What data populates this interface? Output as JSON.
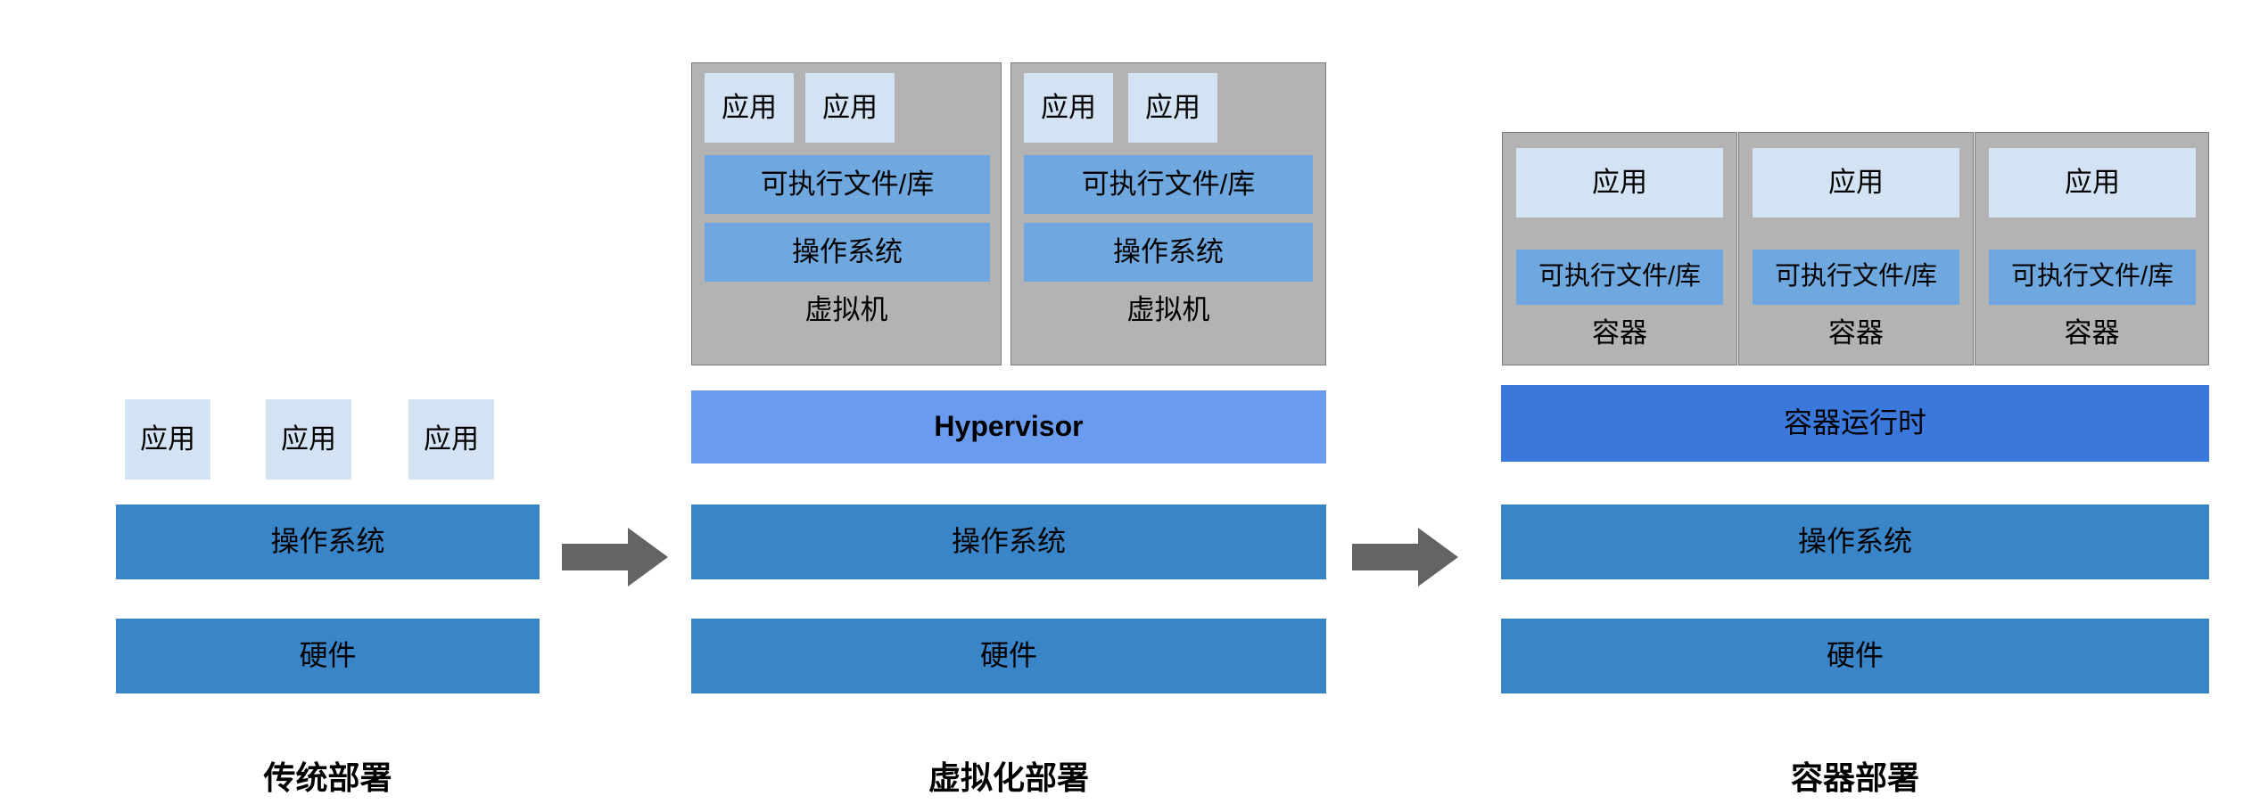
{
  "diagram": {
    "title_semantic": "deployment-evolution-diagram",
    "colors": {
      "app_box": "#D4E3F3",
      "lib_box": "#6FA8DF",
      "guest_os_box": "#6FA8DF",
      "os_bar": "#3A84C8",
      "hardware_bar": "#3A84C8",
      "hypervisor_bar": "#6B9BEE",
      "container_runtime_bar": "#3B78DC",
      "panel_gray": "#B3B3B3",
      "panel_border": "#7A7A7A",
      "arrow_gray": "#646464",
      "background": "#FFFFFF"
    },
    "labels": {
      "app": "应用",
      "libs": "可执行文件/库",
      "os": "操作系统",
      "hardware": "硬件",
      "vm": "虚拟机",
      "container": "容器",
      "hypervisor": "Hypervisor",
      "container_runtime": "容器运行时"
    },
    "panels": [
      {
        "id": "traditional",
        "caption": "传统部署",
        "apps": [
          "应用",
          "应用",
          "应用"
        ],
        "layers": [
          "操作系统",
          "硬件"
        ]
      },
      {
        "id": "virtualized",
        "caption": "虚拟化部署",
        "vms": [
          {
            "name": "虚拟机",
            "apps": [
              "应用",
              "应用"
            ],
            "libs": "可执行文件/库",
            "guest_os": "操作系统"
          },
          {
            "name": "虚拟机",
            "apps": [
              "应用",
              "应用"
            ],
            "libs": "可执行文件/库",
            "guest_os": "操作系统"
          }
        ],
        "layers": [
          "Hypervisor",
          "操作系统",
          "硬件"
        ]
      },
      {
        "id": "containerized",
        "caption": "容器部署",
        "containers": [
          {
            "name": "容器",
            "app": "应用",
            "libs": "可执行文件/库"
          },
          {
            "name": "容器",
            "app": "应用",
            "libs": "可执行文件/库"
          },
          {
            "name": "容器",
            "app": "应用",
            "libs": "可执行文件/库"
          }
        ],
        "layers": [
          "容器运行时",
          "操作系统",
          "硬件"
        ]
      }
    ],
    "arrows": [
      {
        "id": "arrow-traditional-to-virtualized",
        "direction": "right"
      },
      {
        "id": "arrow-virtualized-to-containerized",
        "direction": "right"
      }
    ]
  }
}
